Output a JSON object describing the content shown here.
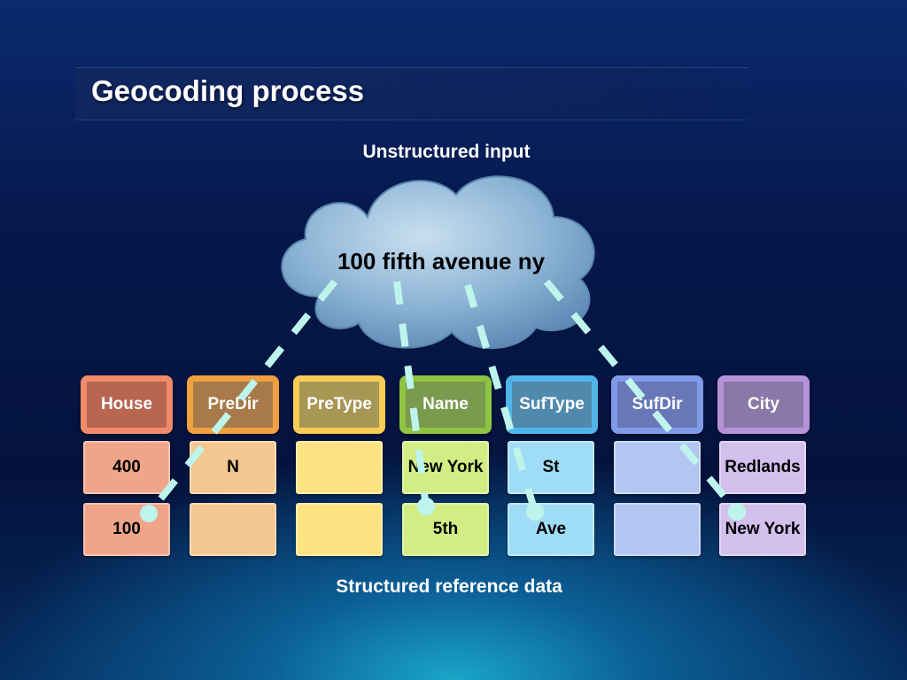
{
  "slide": {
    "title": "Geocoding process",
    "input_caption": "Unstructured input",
    "input_text": "100 fifth avenue ny",
    "reference_caption": "Structured reference data"
  },
  "table": {
    "columns": [
      {
        "label": "House",
        "color": "#f08a6a",
        "inner": "#b86652",
        "cell": "#f0a58a",
        "values": [
          "400",
          "100"
        ]
      },
      {
        "label": "PreDir",
        "color": "#f0a040",
        "inner": "#a87a4a",
        "cell": "#f3c78f",
        "values": [
          "N",
          ""
        ]
      },
      {
        "label": "PreType",
        "color": "#f7cc55",
        "inner": "#a89655",
        "cell": "#fde381",
        "values": [
          "",
          ""
        ]
      },
      {
        "label": "Name",
        "color": "#8fc442",
        "inner": "#7a9a4e",
        "cell": "#d3ed85",
        "values": [
          "New York",
          "5th"
        ]
      },
      {
        "label": "SufType",
        "color": "#4fb5e8",
        "inner": "#4f8aad",
        "cell": "#9fdcf5",
        "values": [
          "St",
          "Ave"
        ]
      },
      {
        "label": "SufDir",
        "color": "#7f9ae8",
        "inner": "#6877b8",
        "cell": "#b3c6f2",
        "values": [
          "",
          ""
        ]
      },
      {
        "label": "City",
        "color": "#b693d9",
        "inner": "#8a78a8",
        "cell": "#d2bfec",
        "values": [
          "Redlands",
          "New York"
        ]
      }
    ]
  },
  "colors": {
    "connector": "#bdf5ec",
    "cloud_fill": "#8fb6d6"
  }
}
